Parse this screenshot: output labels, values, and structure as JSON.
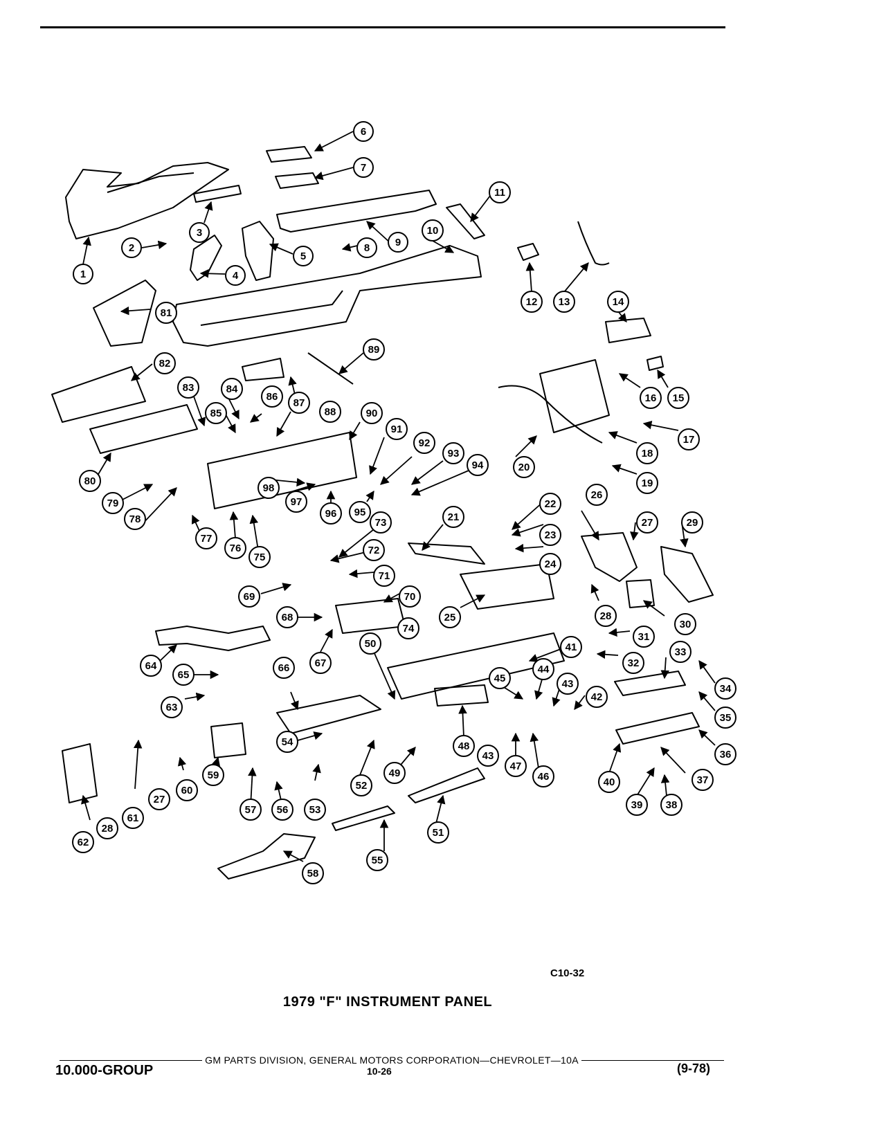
{
  "diagram": {
    "figure_code": "C10-32",
    "title": "1979 \"F\" INSTRUMENT PANEL",
    "callouts": [
      "1",
      "2",
      "3",
      "4",
      "5",
      "6",
      "7",
      "8",
      "9",
      "10",
      "11",
      "12",
      "13",
      "14",
      "15",
      "16",
      "17",
      "18",
      "19",
      "20",
      "21",
      "22",
      "23",
      "24",
      "25",
      "26",
      "27",
      "28",
      "29",
      "30",
      "31",
      "32",
      "33",
      "34",
      "35",
      "36",
      "37",
      "38",
      "39",
      "40",
      "41",
      "42",
      "43",
      "44",
      "45",
      "46",
      "47",
      "48",
      "49",
      "50",
      "51",
      "52",
      "53",
      "54",
      "55",
      "56",
      "57",
      "58",
      "59",
      "60",
      "61",
      "62",
      "63",
      "64",
      "65",
      "66",
      "67",
      "68",
      "69",
      "70",
      "71",
      "72",
      "73",
      "74",
      "75",
      "76",
      "77",
      "78",
      "79",
      "80",
      "81",
      "82",
      "83",
      "84",
      "85",
      "86",
      "87",
      "88",
      "89",
      "90",
      "91",
      "92",
      "93",
      "94",
      "95",
      "96",
      "97",
      "98"
    ],
    "extra_callouts": [
      "27",
      "28",
      "43"
    ]
  },
  "footer": {
    "division": "GM PARTS DIVISION, GENERAL MOTORS CORPORATION—CHEVROLET—10A",
    "group": "10.000-GROUP",
    "page": "10-26",
    "date": "(9-78)"
  }
}
